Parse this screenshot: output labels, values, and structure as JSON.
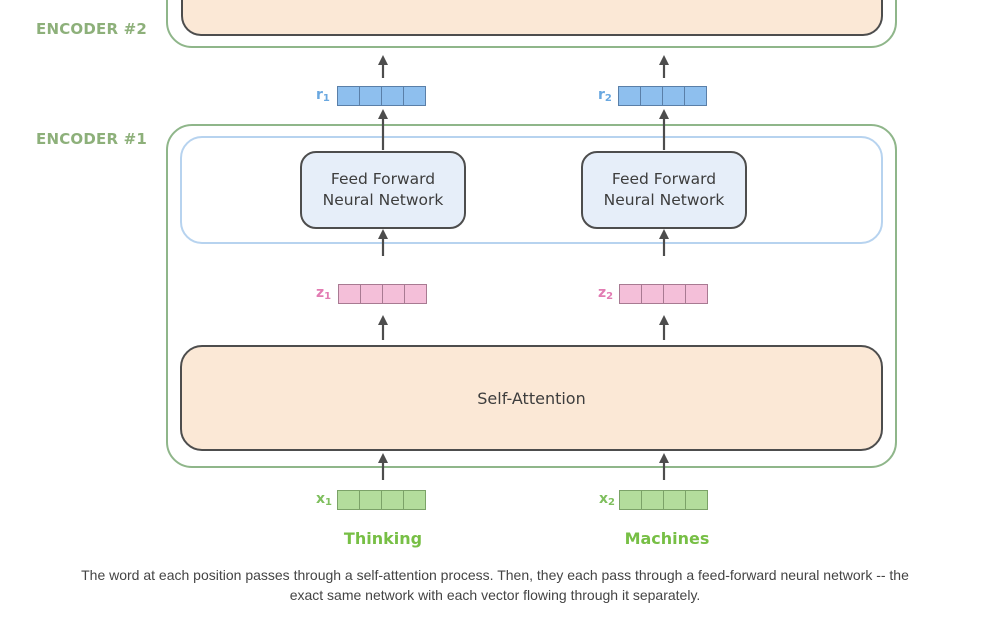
{
  "encoders": {
    "encoder_2_label": "ENCODER #2",
    "encoder_1_label": "ENCODER #1"
  },
  "ffn": {
    "left": {
      "line1": "Feed Forward",
      "line2": "Neural Network"
    },
    "right": {
      "line1": "Feed Forward",
      "line2": "Neural Network"
    }
  },
  "self_attention": {
    "label": "Self-Attention"
  },
  "vectors": {
    "r1": {
      "letter": "r",
      "index": "1",
      "cells": 4
    },
    "r2": {
      "letter": "r",
      "index": "2",
      "cells": 4
    },
    "z1": {
      "letter": "z",
      "index": "1",
      "cells": 4
    },
    "z2": {
      "letter": "z",
      "index": "2",
      "cells": 4
    },
    "x1": {
      "letter": "x",
      "index": "1",
      "cells": 4
    },
    "x2": {
      "letter": "x",
      "index": "2",
      "cells": 4
    }
  },
  "words": {
    "left": "Thinking",
    "right": "Machines"
  },
  "caption": {
    "line1": "The word at each position passes through a self-attention process. Then, they each pass through a feed-forward neural network -- the",
    "line2": "exact same network with each vector flowing through it separately."
  },
  "colors": {
    "encoder_frame": "#8fb68a",
    "ffn_band": "#b7d3ef",
    "self_attention_fill": "#fbe8d6",
    "ffn_fill": "#e6eef9",
    "r_vector": "#8ebfee",
    "z_vector": "#f4bfd9",
    "x_vector": "#b3dd9c",
    "word_text": "#77bf45"
  }
}
